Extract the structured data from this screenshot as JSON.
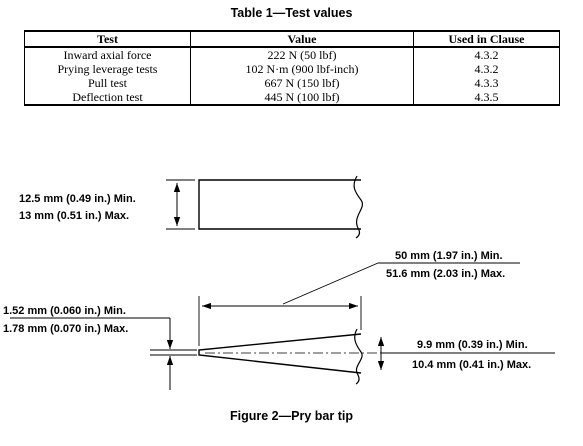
{
  "table": {
    "title": "Table 1—Test values",
    "headers": [
      "Test",
      "Value",
      "Used in Clause"
    ],
    "rows": [
      [
        "Inward axial force",
        "222 N (50 lbf)",
        "4.3.2"
      ],
      [
        "Prying leverage tests",
        "102 N·m (900 lbf-inch)",
        "4.3.2"
      ],
      [
        "Pull test",
        "667 N (150 lbf)",
        "4.3.3"
      ],
      [
        "Deflection test",
        "445 N (100 lbf)",
        "4.3.5"
      ]
    ]
  },
  "figure": {
    "caption": "Figure 2—Pry bar tip",
    "dims": {
      "width_min": "12.5 mm (0.49 in.) Min.",
      "width_max": "13 mm (0.51 in.) Max.",
      "length_min": "50 mm (1.97 in.) Min.",
      "length_max": "51.6 mm (2.03 in.) Max.",
      "tip_min": "1.52 mm (0.060 in.) Min.",
      "tip_max": "1.78 mm (0.070 in.) Max.",
      "base_min": "9.9 mm (0.39 in.) Min.",
      "base_max": "10.4 mm (0.41 in.) Max."
    }
  }
}
